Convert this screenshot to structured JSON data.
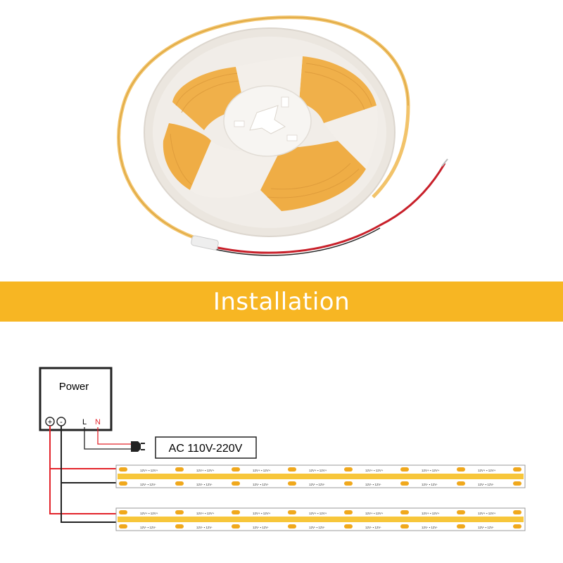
{
  "banner": {
    "title": "Installation"
  },
  "power_supply": {
    "label": "Power",
    "terminal_pos": "+",
    "terminal_neg": "-",
    "terminal_l": "L",
    "terminal_n": "N"
  },
  "ac_input": {
    "label": "AC 110V-220V"
  },
  "strip_markings": {
    "top": "12V+",
    "bottom": "12V-"
  },
  "colors": {
    "banner": "#f7b623",
    "strip_fill": "#f7c63a",
    "wire_red": "#e3242b",
    "wire_black": "#222222",
    "spool": "#ece8e2",
    "phosphor": "#f0b04a"
  }
}
